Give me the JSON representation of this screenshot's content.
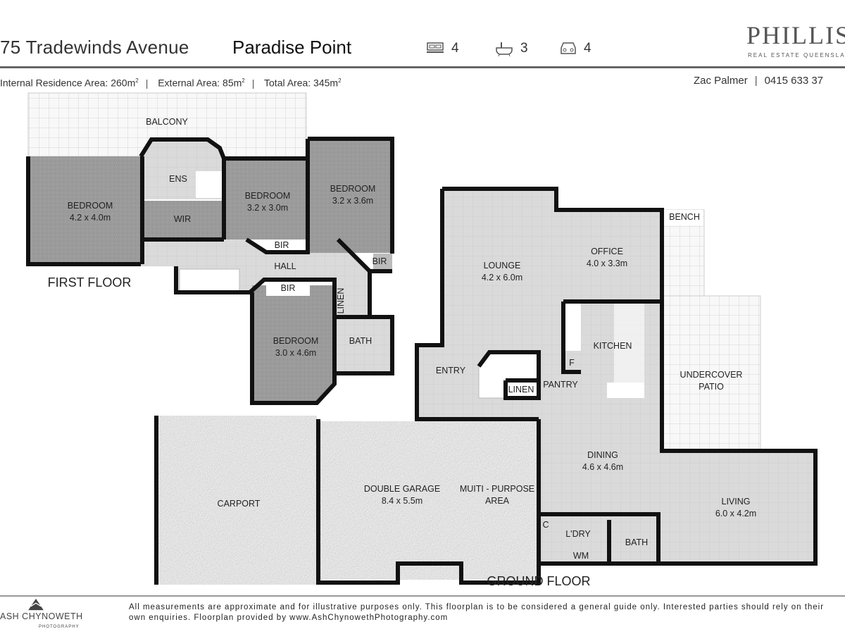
{
  "header": {
    "street": "75 Tradewinds Avenue",
    "suburb": "Paradise Point",
    "features": [
      {
        "icon": "bed-icon",
        "count": "4"
      },
      {
        "icon": "bath-icon",
        "count": "3"
      },
      {
        "icon": "car-icon",
        "count": "4"
      }
    ],
    "logo": "PHILLIS",
    "logo_sub": "REAL ESTATE QUEENSLAND"
  },
  "areas": {
    "internal": "Internal Residence Area: 260m",
    "external": "External Area: 85m",
    "total": "Total Area: 345m",
    "sup": "2"
  },
  "agent": {
    "name": "Zac Palmer",
    "phone": "0415 633 37"
  },
  "first_floor": {
    "label": "FIRST FLOOR",
    "rooms": {
      "balcony": "BALCONY",
      "bed1_name": "BEDROOM",
      "bed1_size": "4.2 x 4.0m",
      "ens": "ENS",
      "wir": "WIR",
      "bed2_name": "BEDROOM",
      "bed2_size": "3.2 x 3.0m",
      "bed3_name": "BEDROOM",
      "bed3_size": "3.2 x 3.6m",
      "bir1": "BIR",
      "bir2": "BIR",
      "bir3": "BIR",
      "hall": "HALL",
      "linen": "LINEN",
      "bed4_name": "BEDROOM",
      "bed4_size": "3.0 x 4.6m",
      "bath": "BATH"
    }
  },
  "ground_floor": {
    "label": "GROUND FLOOR",
    "rooms": {
      "lounge_name": "LOUNGE",
      "lounge_size": "4.2 x 6.0m",
      "office_name": "OFFICE",
      "office_size": "4.0 x 3.3m",
      "bench": "BENCH",
      "kitchen": "KITCHEN",
      "fridge": "F",
      "pantry": "PANTRY",
      "linen": "LINEN",
      "entry": "ENTRY",
      "patio1": "UNDERCOVER",
      "patio2": "PATIO",
      "dining_name": "DINING",
      "dining_size": "4.6 x 4.6m",
      "living_name": "LIVING",
      "living_size": "6.0 x 4.2m",
      "garage_name": "DOUBLE GARAGE",
      "garage_size": "8.4 x 5.5m",
      "multi1": "MUITI - PURPOSE",
      "multi2": "AREA",
      "carport": "CARPORT",
      "cupboard": "C",
      "laundry": "L'DRY",
      "wm": "WM",
      "bath": "BATH"
    }
  },
  "footer": {
    "disclaimer": "All measurements are approximate and for illustrative purposes only. This floorplan is to be considered a general guide only. Interested parties should rely on their own enquiries. Floorplan provided by www.AshChynowethPhotography.com",
    "brand": "ASH CHYNOWETH",
    "brand_sub": "PHOTOGRAPHY"
  }
}
